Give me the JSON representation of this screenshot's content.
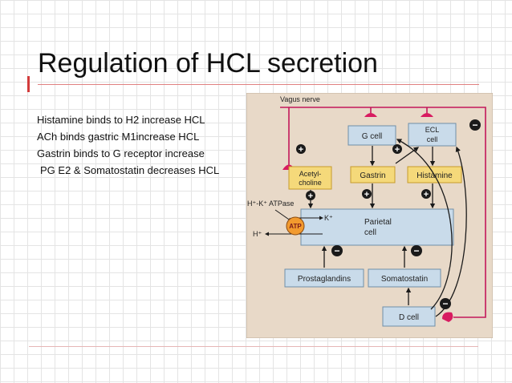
{
  "slide": {
    "title": "Regulation of HCL secretion",
    "bullets": [
      "Histamine binds to  H2 increase HCL",
      "ACh binds gastric M1increase  HCL",
      "Gastrin binds to  G receptor increase",
      "PG E2 & Somatostatin decreases HCL"
    ]
  },
  "diagram": {
    "vagus_nerve": "Vagus nerve",
    "g_cell": "G cell",
    "ecl_cell_line1": "ECL",
    "ecl_cell_line2": "cell",
    "acetylcholine_line1": "Acetyl-",
    "acetylcholine_line2": "choline",
    "gastrin": "Gastrin",
    "histamine": "Histamine",
    "atpase_label": "H⁺-K⁺ ATPase",
    "k_ion": "K⁺",
    "h_ion": "H⁺",
    "atp": "ATP",
    "parietal_line1": "Parietal",
    "parietal_line2": "cell",
    "prostaglandins": "Prostaglandins",
    "somatostatin": "Somatostatin",
    "d_cell": "D cell",
    "plus_sign": "+",
    "minus_sign": "−",
    "colors": {
      "panel": "#e8d9c8",
      "box_blue": "#c9dbea",
      "box_yellow": "#f5d97a",
      "nerve": "#c2185b",
      "sign": "#1a1a1a"
    }
  }
}
